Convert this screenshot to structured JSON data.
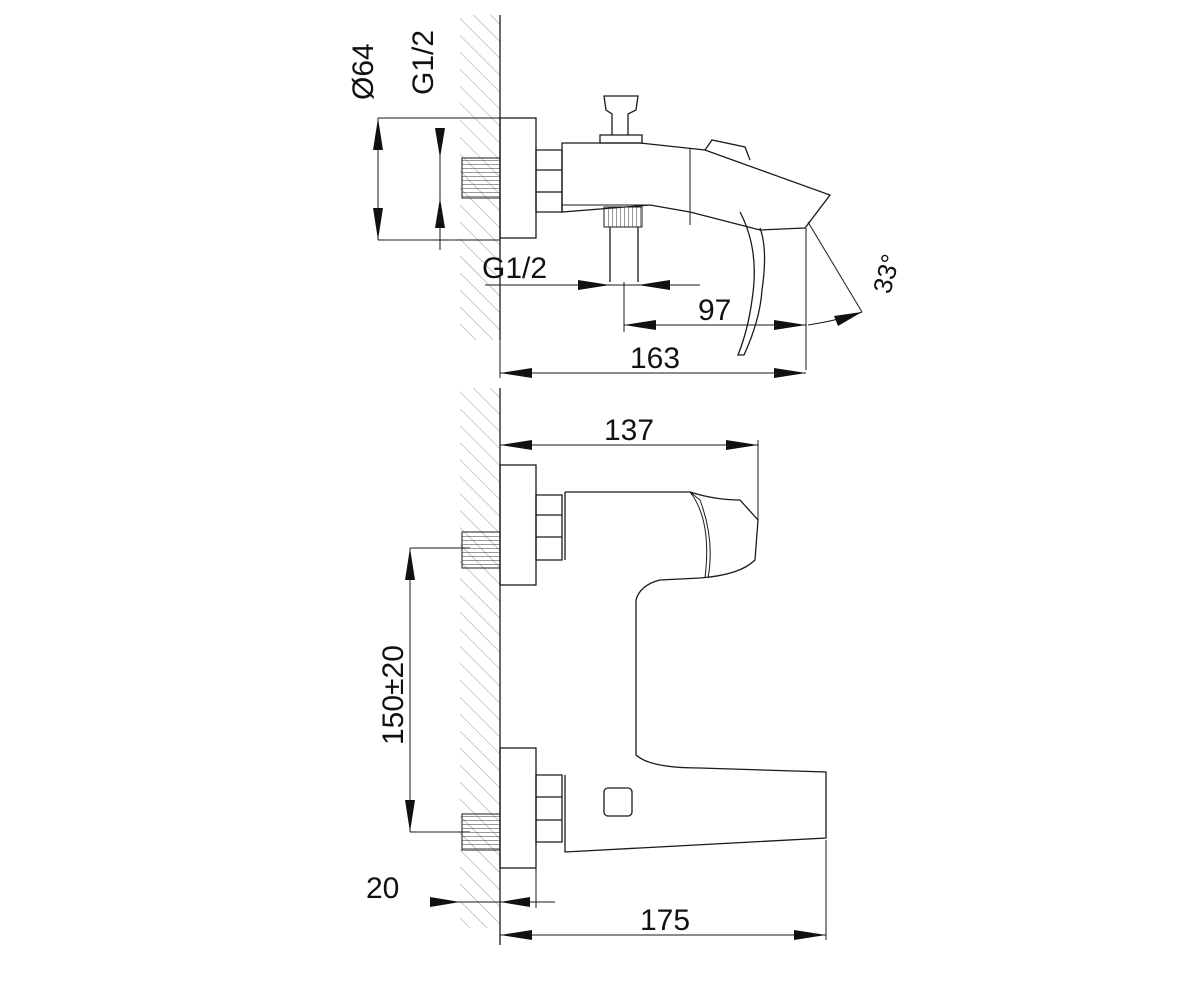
{
  "top_view": {
    "dim_diameter": "Ø64",
    "dim_thread_vertical": "G1/2",
    "dim_thread_outlet": "G1/2",
    "dim_angle": "33°",
    "dim_spout_reach": "97",
    "dim_total_depth": "163"
  },
  "front_view": {
    "dim_depth_body": "137",
    "dim_centers": "150±20",
    "dim_wall_offset": "20",
    "dim_total_depth": "175"
  },
  "colors": {
    "line": "#1a1a1a",
    "hatch": "#9a9a9a",
    "background": "#ffffff"
  }
}
